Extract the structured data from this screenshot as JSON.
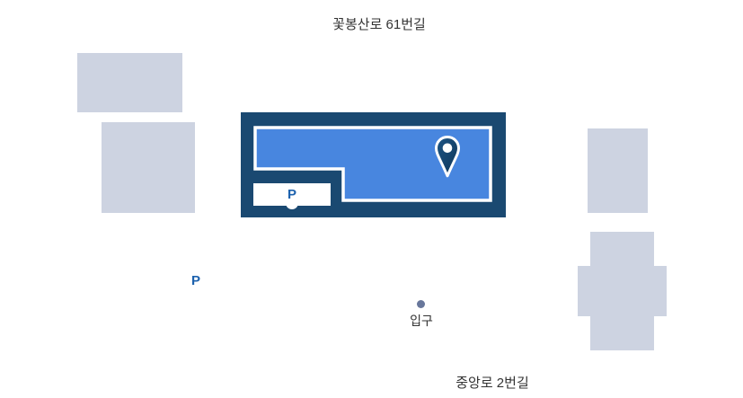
{
  "roads": {
    "top_label": "꽃봉산로 61번길",
    "bottom_label": "중앙로 2번길"
  },
  "main_building": {
    "parking_box_label": "P"
  },
  "street_parking_label": "P",
  "entrance": {
    "label": "입구"
  },
  "icons": {
    "location_pin": "map-pin"
  },
  "colors": {
    "main_building_outline": "#1a4971",
    "main_building_fill": "#4886df",
    "plan_border": "#ffffff",
    "surrounding_block_fill": "#cdd3e1",
    "parking_letter_blue": "#1d62ae",
    "entrance_dot": "#68779b",
    "label_text": "#333333",
    "pin_fill_top": "#1d5585",
    "pin_fill_bottom": "#0f3658"
  }
}
